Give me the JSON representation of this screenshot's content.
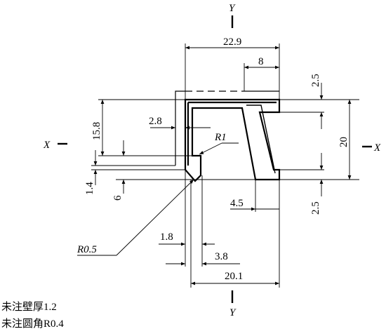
{
  "axes": {
    "x_left": "X",
    "x_right": "X",
    "y_top": "Y",
    "y_bottom": "Y"
  },
  "dimensions": {
    "overall_width": "22.9",
    "top_flange": "8",
    "top_offset": "2.5",
    "left_height": "15.8",
    "left_wall": "2.8",
    "inner_radius": "R1",
    "right_height": "20",
    "lip": "1.4",
    "step": "6",
    "bottom_flange": "4.5",
    "bottom_offset": "2.5",
    "corner_radius": "R0.5",
    "base_offset_1": "1.8",
    "base_offset_2": "3.8",
    "base_width": "20.1"
  },
  "notes": {
    "wall_thickness": "未注壁厚1.2",
    "corner_radius": "未注圆角R0.4"
  }
}
